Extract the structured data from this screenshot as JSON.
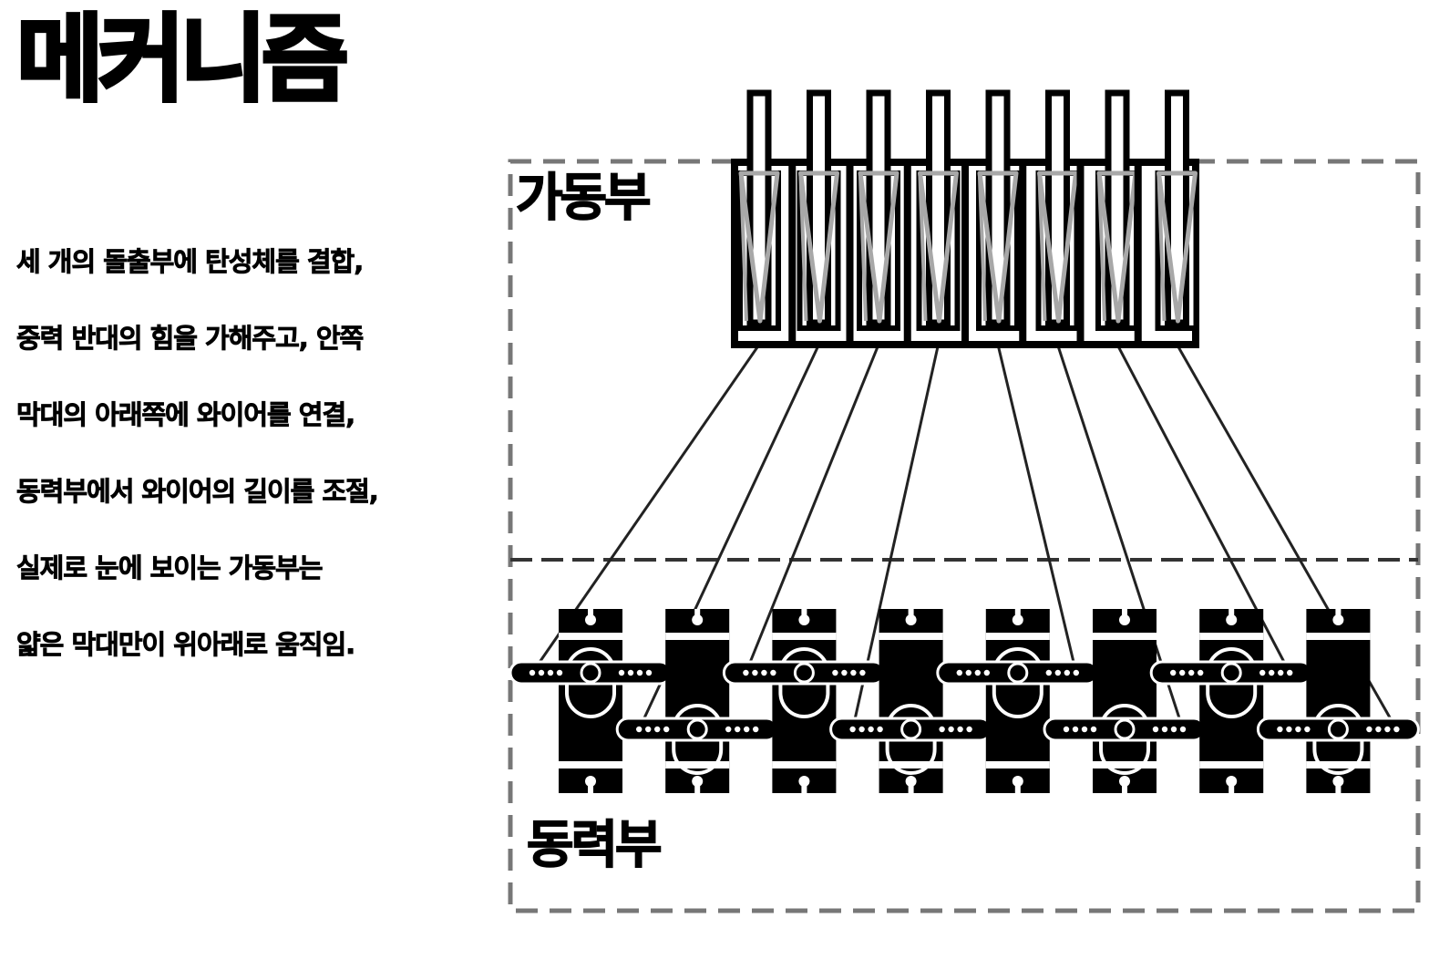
{
  "title": "메커니즘",
  "description_lines": [
    "세 개의 돌출부에 탄성체를 결합,",
    "중력 반대의 힘을 가해주고, 안쪽",
    "막대의 아래쪽에 와이어를 연결,",
    "동력부에서 와이어의 길이를 조절,",
    "실제로 눈에 보이는 가동부는",
    "얇은 막대만이 위아래로 움직임."
  ],
  "diagram": {
    "upper_region_label": "가동부",
    "lower_region_label": "동력부",
    "rod_count": 8,
    "servo_count": 8,
    "colors": {
      "ink": "#000000",
      "dashed_border": "#777777",
      "elastic": "#a8a8a8",
      "wire": "#222222"
    }
  }
}
